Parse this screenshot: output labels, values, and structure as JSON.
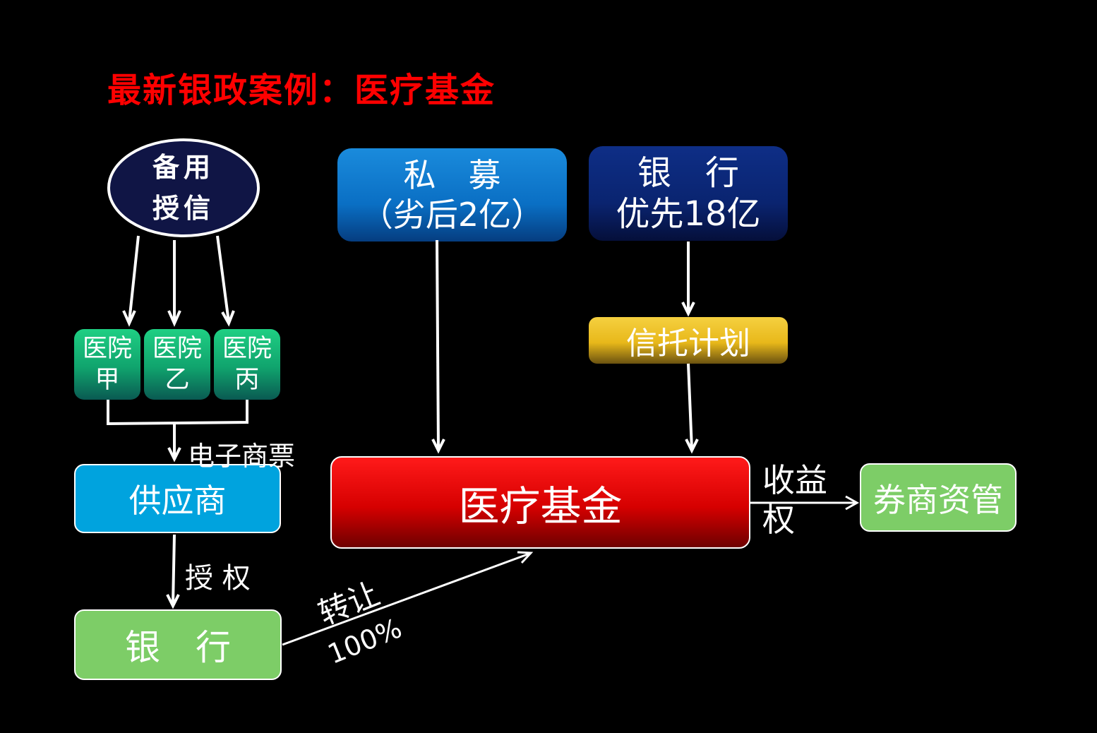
{
  "title": "最新银政案例：医疗基金",
  "nodes": {
    "backup_credit": {
      "line1": "备用",
      "line2": "授信"
    },
    "private_placement": {
      "line1": "私　募",
      "line2": "（劣后2亿）"
    },
    "bank_top": {
      "line1": "银　行",
      "line2": "优先18亿"
    },
    "trust_plan": {
      "label": "信托计划"
    },
    "hospital_a": {
      "line1": "医院",
      "line2": "甲"
    },
    "hospital_b": {
      "line1": "医院",
      "line2": "乙"
    },
    "hospital_c": {
      "line1": "医院",
      "line2": "丙"
    },
    "supplier": {
      "label": "供应商"
    },
    "medical_fund": {
      "label": "医疗基金"
    },
    "broker_am": {
      "label": "券商资管"
    },
    "bank_bottom": {
      "label": "银　行"
    }
  },
  "edge_labels": {
    "e_bill": "电子商票",
    "authorize": "授 权",
    "transfer": "转让",
    "transfer_pct": "100%",
    "income_right_1": "收益",
    "income_right_2": "权"
  },
  "colors": {
    "background": "#000000",
    "title": "#ff0000",
    "arrow": "#ffffff"
  }
}
